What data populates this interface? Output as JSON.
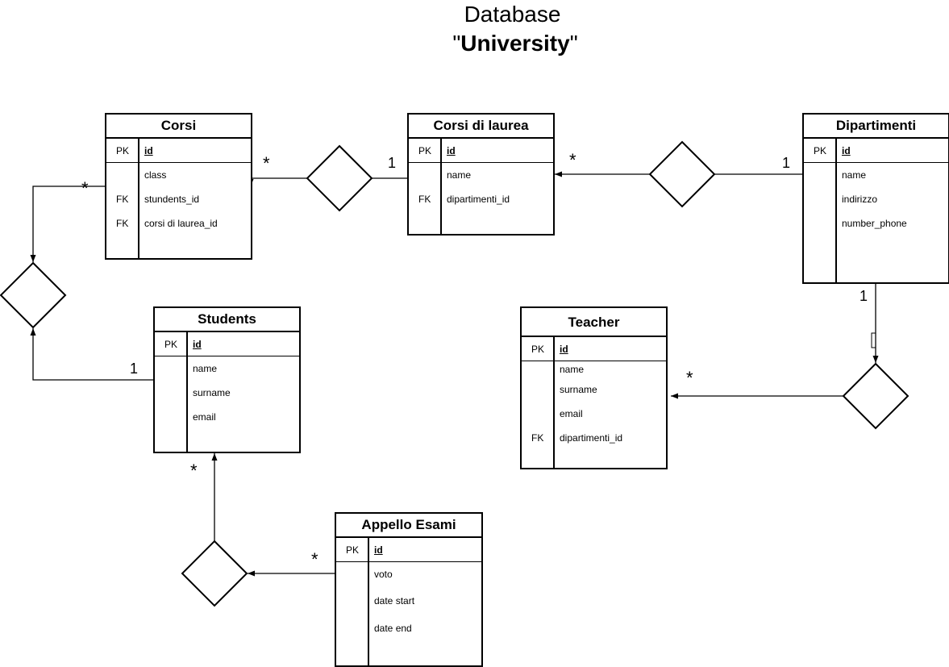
{
  "title": {
    "line1": "Database",
    "quote_open": "\"",
    "name": "University",
    "quote_close": "\""
  },
  "entities": {
    "corsi": {
      "name": "Corsi",
      "rows": [
        {
          "key": "PK",
          "field": "id"
        },
        {
          "key": "",
          "field": "class"
        },
        {
          "key": "FK",
          "field": "stundents_id"
        },
        {
          "key": "FK",
          "field": "corsi di laurea_id"
        }
      ]
    },
    "corsi_laurea": {
      "name": "Corsi di laurea",
      "rows": [
        {
          "key": "PK",
          "field": "id"
        },
        {
          "key": "",
          "field": "name"
        },
        {
          "key": "FK",
          "field": "dipartimenti_id"
        }
      ]
    },
    "dipartimenti": {
      "name": "Dipartimenti",
      "rows": [
        {
          "key": "PK",
          "field": "id"
        },
        {
          "key": "",
          "field": "name"
        },
        {
          "key": "",
          "field": "indirizzo"
        },
        {
          "key": "",
          "field": "number_phone"
        }
      ]
    },
    "students": {
      "name": "Students",
      "rows": [
        {
          "key": "PK",
          "field": "id"
        },
        {
          "key": "",
          "field": "name"
        },
        {
          "key": "",
          "field": "surname"
        },
        {
          "key": "",
          "field": "email"
        }
      ]
    },
    "teacher": {
      "name": "Teacher",
      "rows": [
        {
          "key": "PK",
          "field": "id"
        },
        {
          "key": "",
          "field": "name"
        },
        {
          "key": "",
          "field": "surname"
        },
        {
          "key": "",
          "field": "email"
        },
        {
          "key": "FK",
          "field": "dipartimenti_id"
        }
      ]
    },
    "appello": {
      "name": "Appello Esami",
      "rows": [
        {
          "key": "PK",
          "field": "id"
        },
        {
          "key": "",
          "field": "voto"
        },
        {
          "key": "",
          "field": "date start"
        },
        {
          "key": "",
          "field": "date end"
        }
      ]
    }
  },
  "cardinalities": {
    "corsi_cl_many": "*",
    "corsi_cl_one": "1",
    "cl_dip_many": "*",
    "cl_dip_one": "1",
    "corsi_students_many": "*",
    "corsi_students_one": "1",
    "dip_teacher_one": "1",
    "dip_teacher_many": "*",
    "students_appello_many_students": "*",
    "students_appello_many_appello": "*"
  }
}
